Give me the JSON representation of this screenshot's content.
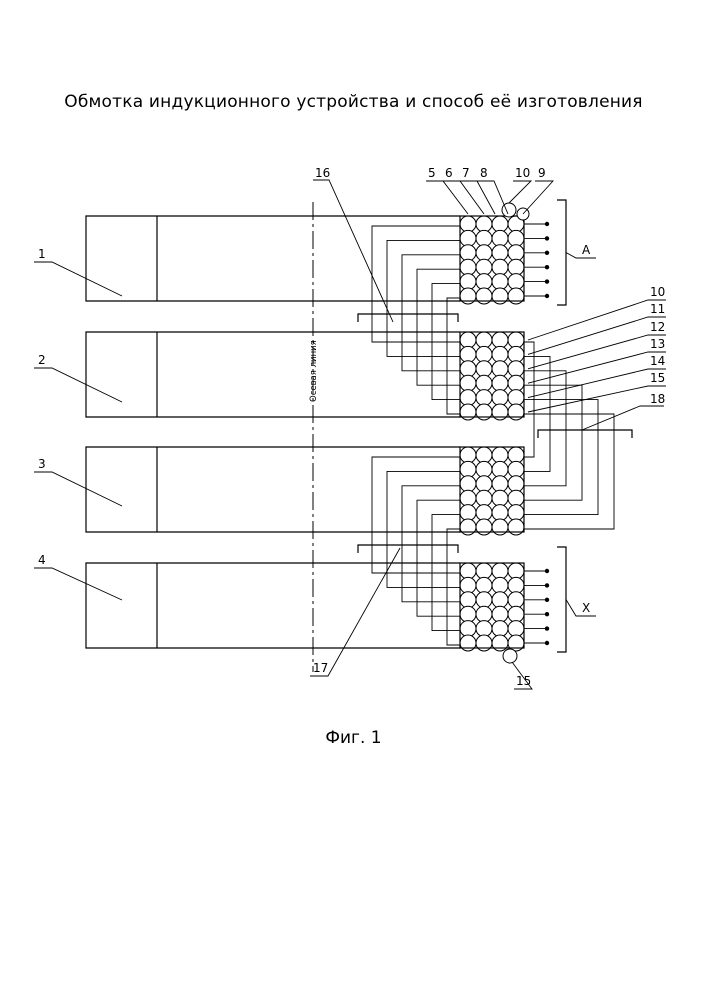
{
  "title": "Обмотка индукционного устройства и способ её изготовления",
  "caption": "Фиг. 1",
  "axis_label": "Осевая линия",
  "disc_labels": [
    "1",
    "2",
    "3",
    "4"
  ],
  "top_labels": [
    "5",
    "6",
    "7",
    "8",
    "10",
    "9"
  ],
  "right_labels": [
    "10",
    "11",
    "12",
    "13",
    "14",
    "15"
  ],
  "group_labels": {
    "upper_bracket": "16",
    "lower_bracket": "17",
    "right_bracket": "18"
  },
  "terminal_labels": {
    "start": "A",
    "end": "X"
  },
  "bottom_label": "15"
}
